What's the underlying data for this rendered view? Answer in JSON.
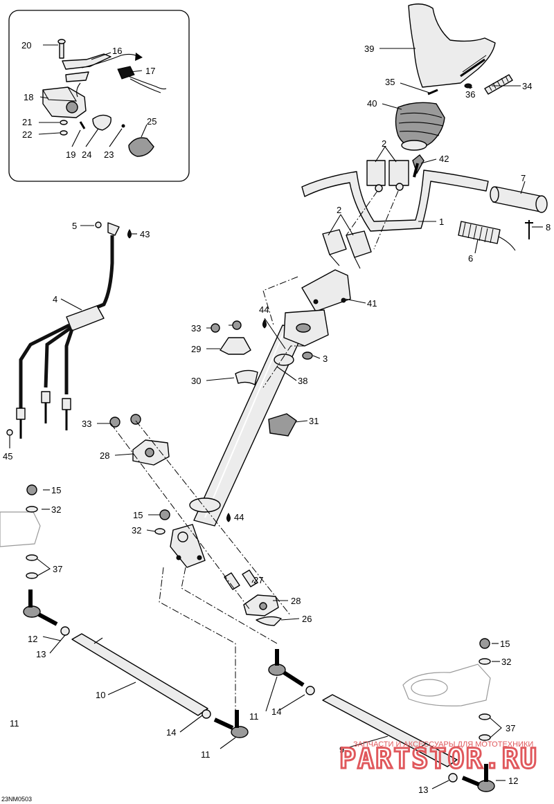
{
  "diagram": {
    "code": "23NM0503",
    "watermark": {
      "top": "ЗАПЧАСТИ И АКСЕССУАРЫ ДЛЯ МОТОТЕХНИКИ",
      "brand": "PARTSTOR.RU"
    },
    "callouts": {
      "c1": "1",
      "c2a": "2",
      "c2b": "2",
      "c3": "3",
      "c4": "4",
      "c5": "5",
      "c6": "6",
      "c7": "7",
      "c8": "8",
      "c9": "9",
      "c10": "10",
      "c11a": "11",
      "c11b": "11",
      "c11c": "11",
      "c12a": "12",
      "c12b": "12",
      "c13a": "13",
      "c13b": "13",
      "c14a": "14",
      "c14b": "14",
      "c15a": "15",
      "c15b": "15",
      "c15c": "15",
      "c16": "16",
      "c17": "17",
      "c18": "18",
      "c19": "19",
      "c20": "20",
      "c21": "21",
      "c22": "22",
      "c23": "23",
      "c24": "24",
      "c25": "25",
      "c26": "26",
      "c27": "27",
      "c28a": "28",
      "c28b": "28",
      "c29": "29",
      "c30": "30",
      "c31": "31",
      "c32a": "32",
      "c32b": "32",
      "c32c": "32",
      "c33a": "33",
      "c33b": "33",
      "c34": "34",
      "c35": "35",
      "c36": "36",
      "c37a": "37",
      "c37b": "37",
      "c38": "38",
      "c39": "39",
      "c40": "40",
      "c41": "41",
      "c42": "42",
      "c43": "43",
      "c44a": "44",
      "c44b": "44",
      "c45": "45"
    }
  }
}
